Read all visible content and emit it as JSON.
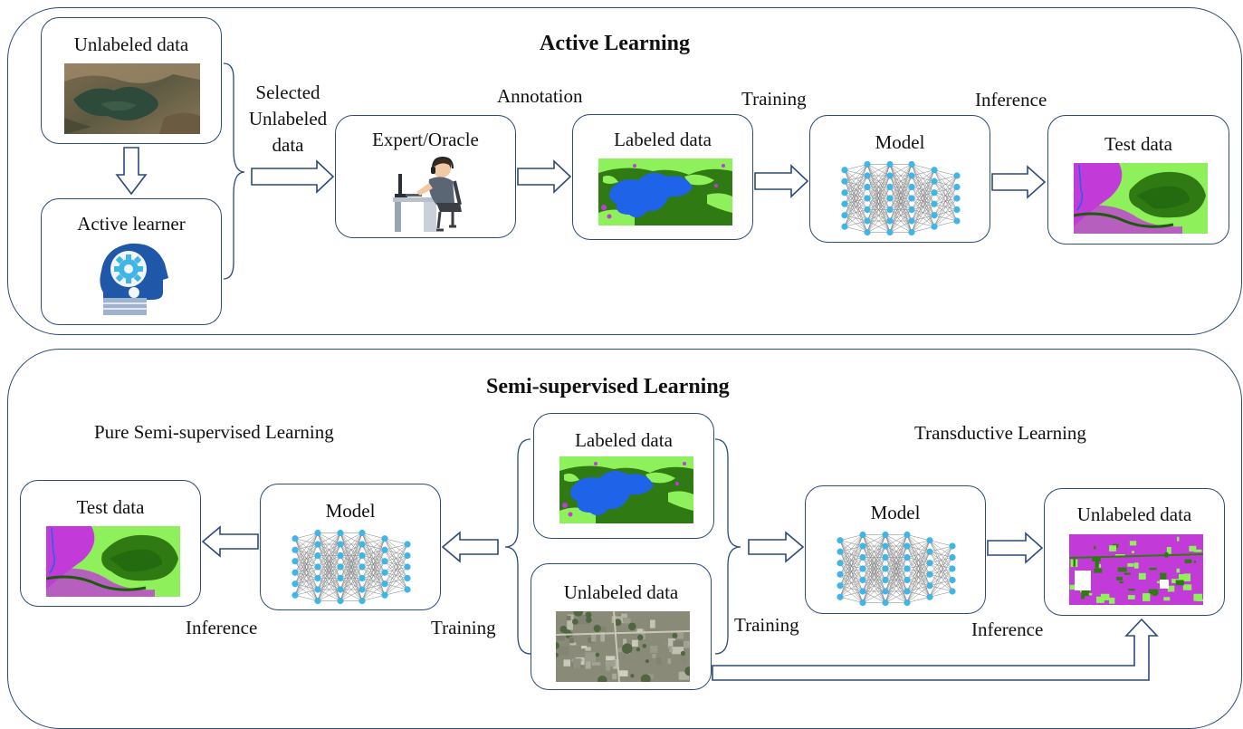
{
  "active": {
    "title": "Active Learning",
    "unlabeled_label": "Unlabeled data",
    "learner_label": "Active learner",
    "selected_label": [
      "Selected",
      "Unlabeled",
      "data"
    ],
    "annotation_label": "Annotation",
    "expert_label": "Expert/Oracle",
    "labeled_label": "Labeled data",
    "training_label": "Training",
    "model_label": "Model",
    "inference_label": "Inference",
    "test_label": "Test data"
  },
  "semi": {
    "title": "Semi-supervised Learning",
    "pure_label": "Pure Semi-supervised Learning",
    "transductive_label": "Transductive Learning",
    "test_label": "Test data",
    "model_left_label": "Model",
    "labeled_label": "Labeled data",
    "unlabeled_label": "Unlabeled data",
    "model_right_label": "Model",
    "unlabeled_out_label": "Unlabeled data",
    "inference_left": "Inference",
    "training_left": "Training",
    "training_right": "Training",
    "inference_right": "Inference"
  },
  "colors": {
    "border": "#2c4a7a",
    "neuron": "#3fb6e6",
    "water": "#1f63e8",
    "forest": "#2f7a12",
    "grass": "#8ef05a",
    "urban": "#c23bd8"
  }
}
